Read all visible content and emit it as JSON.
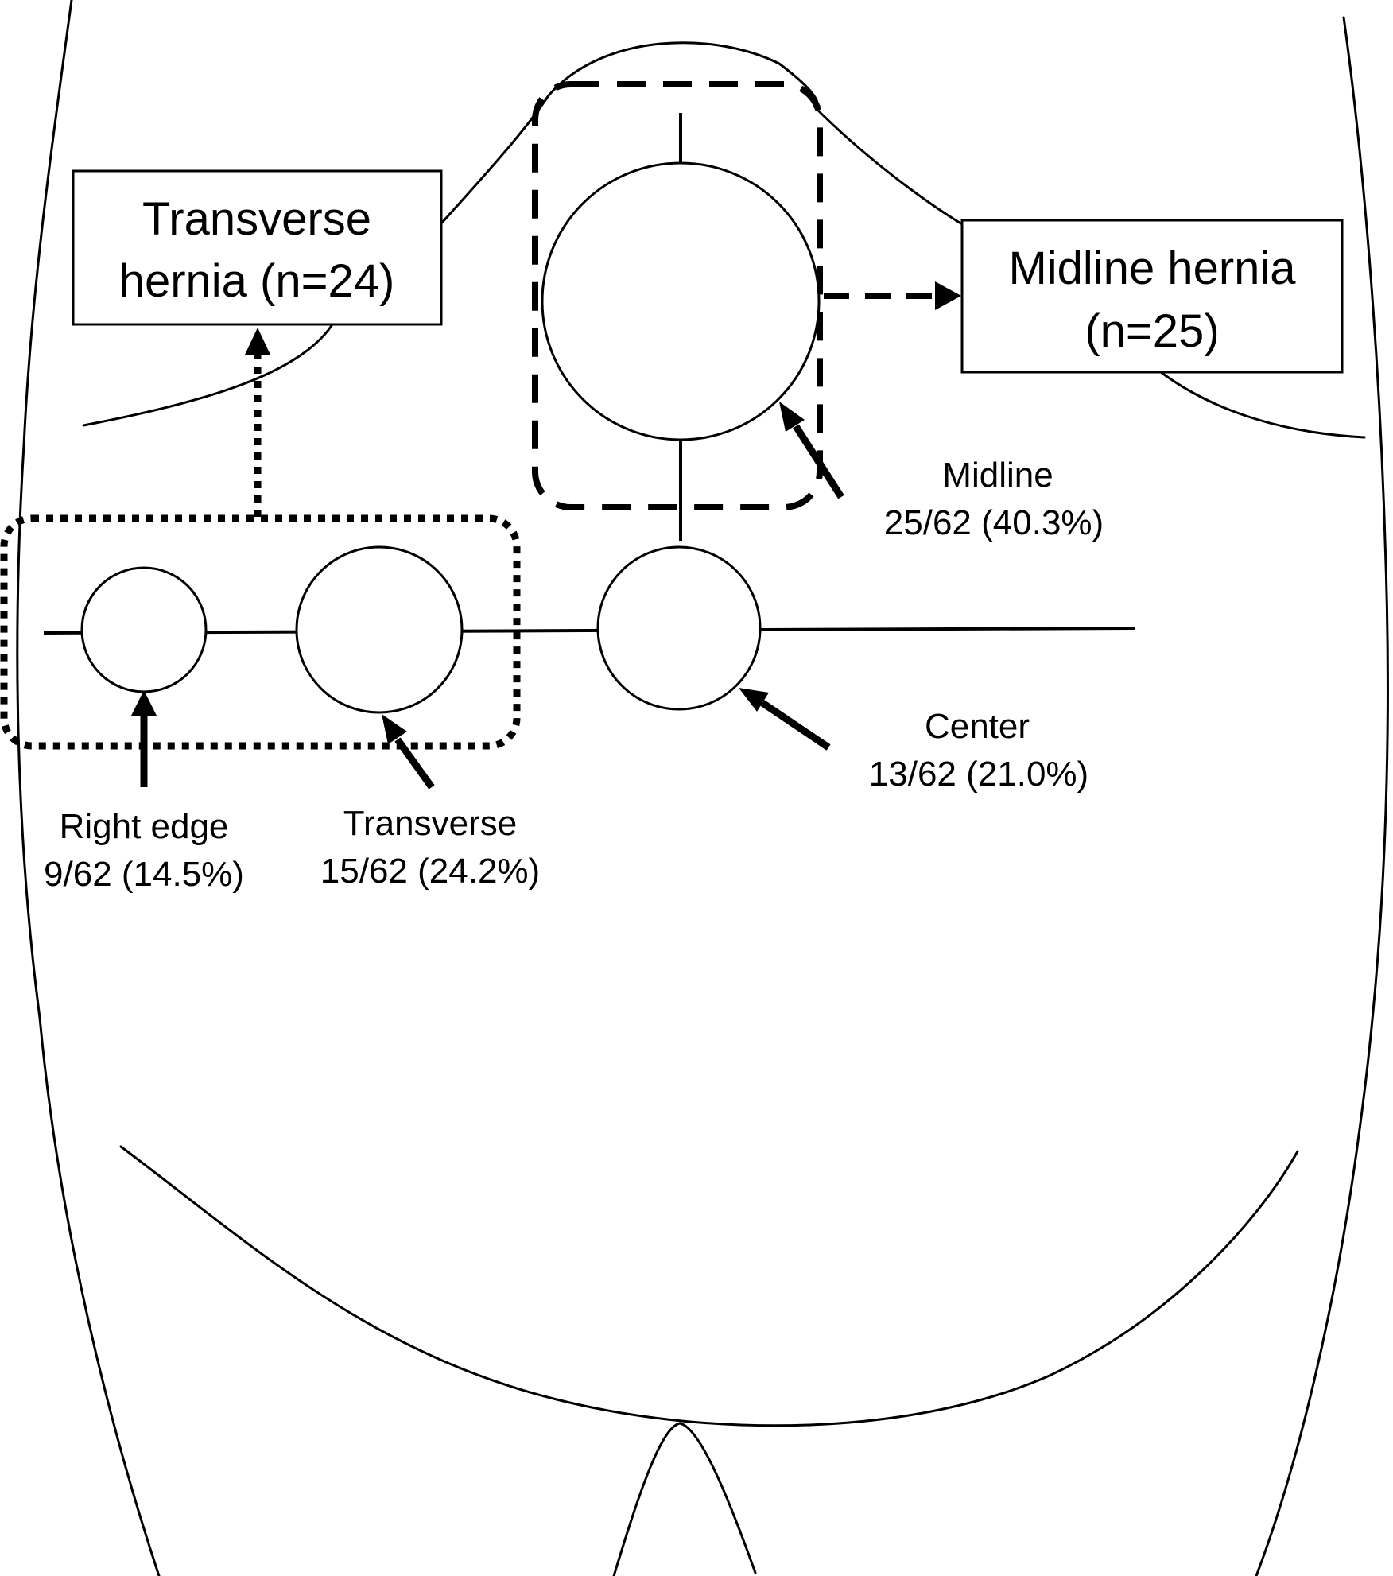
{
  "boxes": {
    "transverse": {
      "line1": "Transverse",
      "line2": "hernia (n=24)"
    },
    "midline": {
      "line1": "Midline hernia",
      "line2": "(n=25)"
    }
  },
  "sites": {
    "midline": {
      "name": "Midline",
      "stat": "25/62 (40.3%)"
    },
    "center": {
      "name": "Center",
      "stat": "13/62 (21.0%)"
    },
    "right_edge": {
      "name": "Right edge",
      "stat": "9/62 (14.5%)"
    },
    "transverse": {
      "name": "Transverse",
      "stat": "15/62 (24.2%)"
    }
  }
}
